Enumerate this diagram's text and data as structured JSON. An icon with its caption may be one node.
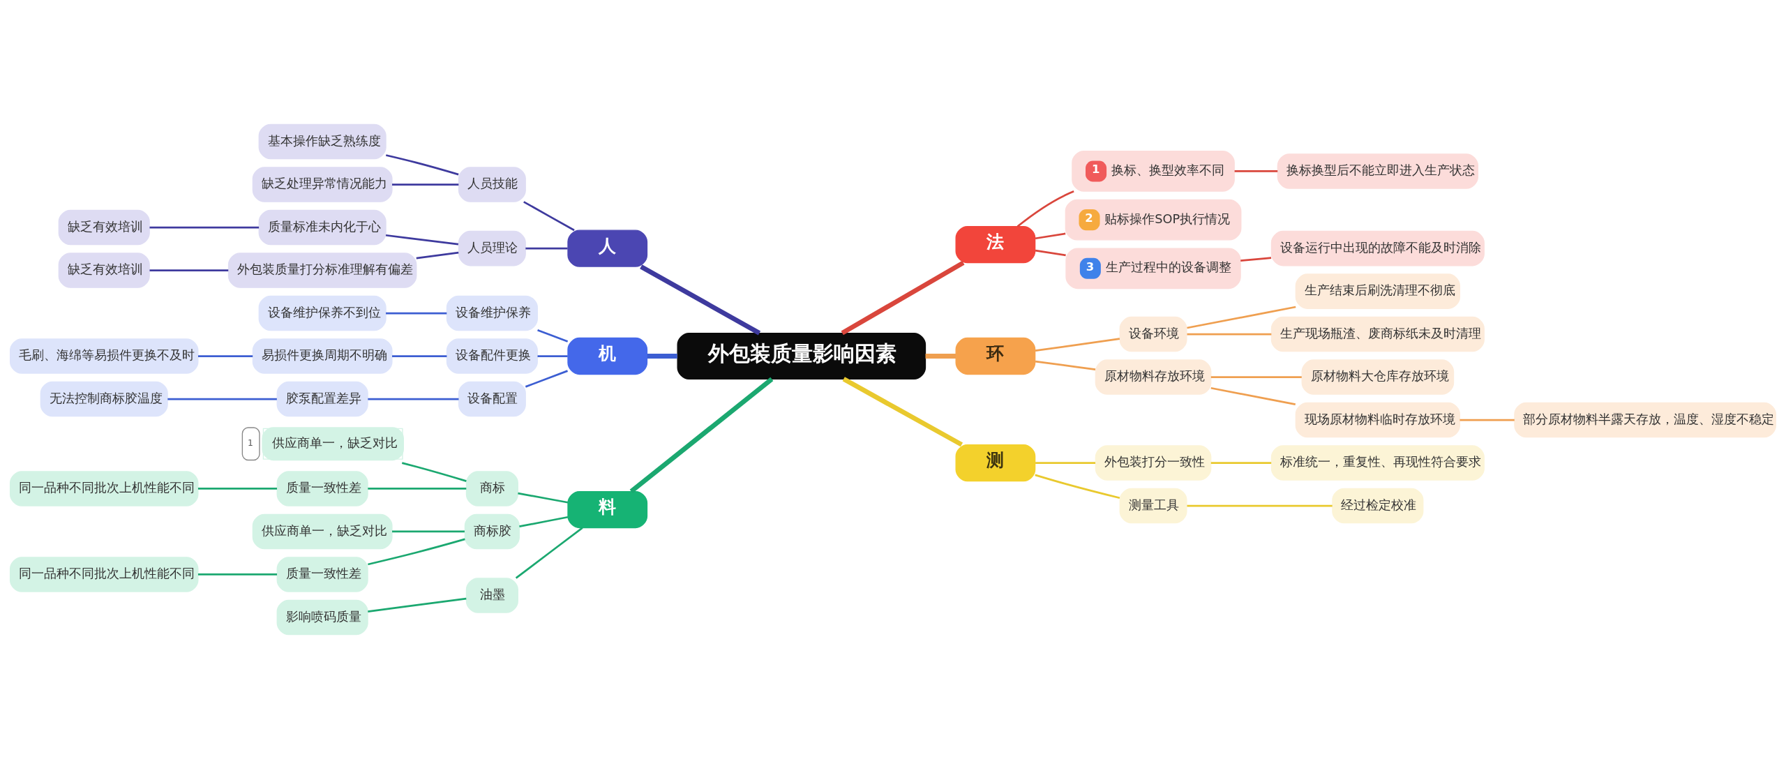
{
  "diagram": {
    "nodes": [
      {
        "text": [
          "外包装质量影响因素"
        ]
      },
      {
        "text": [
          "人"
        ]
      },
      {
        "text": [
          "人员技能"
        ]
      },
      {
        "text": [
          "基本操作缺乏熟练度"
        ]
      },
      {
        "text": [
          "缺乏处理异常情况能力"
        ]
      },
      {
        "text": [
          "人员理论"
        ]
      },
      {
        "text": [
          "质量标准未内化于心"
        ]
      },
      {
        "text": [
          "缺乏有效培训"
        ]
      },
      {
        "text": [
          "外包装质量打分标准理解有偏差"
        ]
      },
      {
        "text": [
          "缺乏有效培训"
        ]
      },
      {
        "text": [
          "机"
        ]
      },
      {
        "text": [
          "设备维护保养"
        ]
      },
      {
        "text": [
          "设备维护保养不到位"
        ]
      },
      {
        "text": [
          "设备配件更换"
        ]
      },
      {
        "text": [
          "易损件更换周期不明确"
        ]
      },
      {
        "text": [
          "毛刷、海绵等易损件更换不及时"
        ]
      },
      {
        "text": [
          "设备配置"
        ]
      },
      {
        "text": [
          "胶泵配置差异"
        ]
      },
      {
        "text": [
          "无法控制商标胶温度"
        ]
      },
      {
        "text": [
          "料"
        ]
      },
      {
        "text": [
          "商标"
        ]
      },
      {
        "text": [
          "供应商单一，缺乏对比"
        ],
        "beside": [
          "1"
        ]
      },
      {
        "text": [
          "质量一致性差"
        ]
      },
      {
        "text": [
          "同一品种不同批次上机性能不同"
        ]
      },
      {
        "text": [
          "商标胶"
        ]
      },
      {
        "text": [
          "供应商单一，缺乏对比"
        ]
      },
      {
        "text": [
          "质量一致性差"
        ]
      },
      {
        "text": [
          "同一品种不同批次上机性能不同"
        ]
      },
      {
        "text": [
          "油墨"
        ]
      },
      {
        "text": [
          "影响喷码质量"
        ]
      },
      {
        "text": [
          "法"
        ]
      },
      {
        "text": [
          "1",
          "换标、换型效率不同"
        ]
      },
      {
        "text": [
          "换标换型后不能立即进入生产状态"
        ]
      },
      {
        "text": [
          "2",
          "贴标操作SOP执行情况"
        ]
      },
      {
        "text": [
          "3",
          "生产过程中的设备调整"
        ]
      },
      {
        "text": [
          "设备运行中出现的故障不能及时消除"
        ]
      },
      {
        "text": [
          "环"
        ]
      },
      {
        "text": [
          "设备环境"
        ]
      },
      {
        "text": [
          "生产结束后刷洗清理不彻底"
        ]
      },
      {
        "text": [
          "生产现场瓶渣、废商标纸未及时清理"
        ]
      },
      {
        "text": [
          "原材物料存放环境"
        ]
      },
      {
        "text": [
          "原材物料大仓库存放环境"
        ]
      },
      {
        "text": [
          "现场原材物料临时存放环境"
        ]
      },
      {
        "text": [
          "部分原材物料半露天存放，温度、湿度不稳定"
        ]
      },
      {
        "text": [
          "测"
        ]
      },
      {
        "text": [
          "外包装打分一致性"
        ]
      },
      {
        "text": [
          "标准统一，重复性、再现性符合要求"
        ]
      },
      {
        "text": [
          "测量工具"
        ]
      },
      {
        "text": [
          "经过检定校准"
        ]
      }
    ],
    "edges": [
      {
        "from": 0,
        "to": 1,
        "arrow": "none",
        "style": "thick",
        "color": "#3e3a9e"
      },
      {
        "from": 1,
        "to": 2,
        "arrow": "none",
        "color": "#3e3a9e"
      },
      {
        "from": 2,
        "to": 3,
        "arrow": "none",
        "color": "#3e3a9e"
      },
      {
        "from": 2,
        "to": 4,
        "arrow": "none",
        "color": "#3e3a9e"
      },
      {
        "from": 1,
        "to": 5,
        "arrow": "none",
        "color": "#3e3a9e"
      },
      {
        "from": 5,
        "to": 6,
        "arrow": "none",
        "color": "#3e3a9e"
      },
      {
        "from": 6,
        "to": 7,
        "arrow": "none",
        "color": "#3e3a9e"
      },
      {
        "from": 5,
        "to": 8,
        "arrow": "none",
        "color": "#3e3a9e"
      },
      {
        "from": 8,
        "to": 9,
        "arrow": "none",
        "color": "#3e3a9e"
      },
      {
        "from": 0,
        "to": 10,
        "arrow": "none",
        "style": "thick",
        "color": "#3c5ed2"
      },
      {
        "from": 10,
        "to": 11,
        "arrow": "none",
        "color": "#3c5ed2"
      },
      {
        "from": 11,
        "to": 12,
        "arrow": "none",
        "color": "#3c5ed2"
      },
      {
        "from": 10,
        "to": 13,
        "arrow": "none",
        "color": "#3c5ed2"
      },
      {
        "from": 13,
        "to": 14,
        "arrow": "none",
        "color": "#3c5ed2"
      },
      {
        "from": 14,
        "to": 15,
        "arrow": "none",
        "color": "#3c5ed2"
      },
      {
        "from": 10,
        "to": 16,
        "arrow": "none",
        "color": "#3c5ed2"
      },
      {
        "from": 16,
        "to": 17,
        "arrow": "none",
        "color": "#3c5ed2"
      },
      {
        "from": 17,
        "to": 18,
        "arrow": "none",
        "color": "#3c5ed2"
      },
      {
        "from": 0,
        "to": 19,
        "arrow": "none",
        "style": "thick",
        "color": "#1ba870"
      },
      {
        "from": 19,
        "to": 20,
        "arrow": "none",
        "color": "#1ba870"
      },
      {
        "from": 20,
        "to": 21,
        "arrow": "none",
        "color": "#1ba870"
      },
      {
        "from": 20,
        "to": 22,
        "arrow": "none",
        "color": "#1ba870"
      },
      {
        "from": 22,
        "to": 23,
        "arrow": "none",
        "color": "#1ba870"
      },
      {
        "from": 19,
        "to": 24,
        "arrow": "none",
        "color": "#1ba870"
      },
      {
        "from": 24,
        "to": 25,
        "arrow": "none",
        "color": "#1ba870"
      },
      {
        "from": 24,
        "to": 26,
        "arrow": "none",
        "color": "#1ba870"
      },
      {
        "from": 26,
        "to": 27,
        "arrow": "none",
        "color": "#1ba870"
      },
      {
        "from": 19,
        "to": 28,
        "arrow": "none",
        "color": "#1ba870"
      },
      {
        "from": 28,
        "to": 29,
        "arrow": "none",
        "color": "#1ba870"
      },
      {
        "from": 0,
        "to": 30,
        "arrow": "none",
        "style": "thick",
        "color": "#d9463c"
      },
      {
        "from": 30,
        "to": 31,
        "arrow": "none",
        "color": "#d9463c"
      },
      {
        "from": 31,
        "to": 32,
        "arrow": "none",
        "color": "#d9463c"
      },
      {
        "from": 30,
        "to": 33,
        "arrow": "none",
        "color": "#d9463c"
      },
      {
        "from": 30,
        "to": 34,
        "arrow": "none",
        "color": "#d9463c"
      },
      {
        "from": 34,
        "to": 35,
        "arrow": "none",
        "color": "#d9463c"
      },
      {
        "from": 0,
        "to": 36,
        "arrow": "none",
        "style": "thick",
        "color": "#ef9f50"
      },
      {
        "from": 36,
        "to": 37,
        "arrow": "none",
        "color": "#ef9f50"
      },
      {
        "from": 37,
        "to": 38,
        "arrow": "none",
        "color": "#ef9f50"
      },
      {
        "from": 37,
        "to": 39,
        "arrow": "none",
        "color": "#ef9f50"
      },
      {
        "from": 36,
        "to": 40,
        "arrow": "none",
        "color": "#ef9f50"
      },
      {
        "from": 40,
        "to": 41,
        "arrow": "none",
        "color": "#ef9f50"
      },
      {
        "from": 40,
        "to": 42,
        "arrow": "none",
        "color": "#ef9f50"
      },
      {
        "from": 42,
        "to": 43,
        "arrow": "none",
        "color": "#ef9f50"
      },
      {
        "from": 0,
        "to": 44,
        "arrow": "none",
        "style": "thick",
        "color": "#e9c92e"
      },
      {
        "from": 44,
        "to": 45,
        "arrow": "none",
        "color": "#e9c92e"
      },
      {
        "from": 45,
        "to": 46,
        "arrow": "none",
        "color": "#e9c92e"
      },
      {
        "from": 44,
        "to": 47,
        "arrow": "none",
        "color": "#e9c92e"
      },
      {
        "from": 47,
        "to": 48,
        "arrow": "none",
        "color": "#e9c92e"
      }
    ]
  }
}
